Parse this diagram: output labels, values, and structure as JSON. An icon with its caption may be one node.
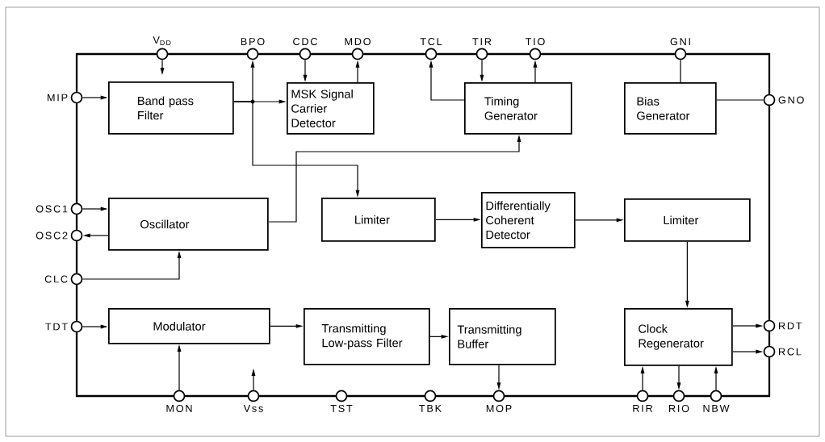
{
  "diagram": {
    "nodes": [
      {
        "text": [],
        "shape": "box"
      },
      {
        "text": [
          "V$_{DD}$"
        ]
      },
      {
        "text": [
          "BPO"
        ]
      },
      {
        "text": [
          "CDC"
        ]
      },
      {
        "text": [
          "MDO"
        ]
      },
      {
        "text": [
          "TCL"
        ]
      },
      {
        "text": [
          "TIR"
        ]
      },
      {
        "text": [
          "TIO"
        ]
      },
      {
        "text": [
          "GNI"
        ]
      },
      {
        "text": [
          "MIP"
        ]
      },
      {
        "text": [
          "GNO"
        ]
      },
      {
        "text": [
          "Band pass Filter"
        ],
        "in": 0
      },
      {
        "text": [
          "MSK Signal Carrier Detector"
        ],
        "in": 0
      },
      {
        "text": [
          "Timing Generator"
        ],
        "in": 0
      },
      {
        "text": [
          "Bias Generator"
        ],
        "in": 0
      },
      {
        "text": [
          "OSC1"
        ]
      },
      {
        "text": [
          "OSC2"
        ]
      },
      {
        "text": [
          "Oscillator"
        ],
        "in": 0
      },
      {
        "text": [
          "Limiter"
        ],
        "in": 0
      },
      {
        "text": [
          "Differentially Coherent Detector"
        ],
        "in": 0
      },
      {
        "text": [
          "Limiter"
        ],
        "in": 0
      },
      {
        "text": [
          "CLC"
        ]
      },
      {
        "text": [
          "TDT"
        ]
      },
      {
        "text": [
          "Modulator"
        ],
        "in": 0
      },
      {
        "text": [
          "Transmitting Low-pass Filter"
        ],
        "in": 0
      },
      {
        "text": [
          "Transmitting Buffer"
        ],
        "in": 0
      },
      {
        "text": [
          "Clock Regenerator"
        ],
        "in": 0
      },
      {
        "text": [
          "RDT"
        ]
      },
      {
        "text": [
          "RCL"
        ]
      },
      {
        "text": [
          "MON"
        ]
      },
      {
        "text": [
          "Vss"
        ]
      },
      {
        "text": [
          "TST"
        ]
      },
      {
        "text": [
          "TBK"
        ]
      },
      {
        "text": [
          "MOP"
        ]
      },
      {
        "text": [
          "RIR"
        ]
      },
      {
        "text": [
          "RIO"
        ]
      },
      {
        "text": [
          "NBW"
        ]
      }
    ],
    "edges": [
      {
        "from": 9,
        "to": 11,
        "arrow": "to"
      },
      {
        "from": 1,
        "to": null,
        "arrow": "to"
      },
      {
        "from": 11,
        "to": 12,
        "arrow": "to"
      },
      {
        "from": 11,
        "to": 2,
        "arrow": "to"
      },
      {
        "from": 11,
        "to": 18,
        "arrow": "to"
      },
      {
        "from": 3,
        "to": 12,
        "arrow": "to"
      },
      {
        "from": 12,
        "to": 4,
        "arrow": "to"
      },
      {
        "from": 13,
        "to": 5,
        "arrow": "to"
      },
      {
        "from": 6,
        "to": 13,
        "arrow": "to"
      },
      {
        "from": 13,
        "to": 7,
        "arrow": "to"
      },
      {
        "from": 17,
        "to": 13,
        "arrow": "to"
      },
      {
        "from": 8,
        "to": 14,
        "arrow": "none"
      },
      {
        "from": 14,
        "to": 10,
        "arrow": "none"
      },
      {
        "from": 15,
        "to": 17,
        "arrow": "to"
      },
      {
        "from": 17,
        "to": 16,
        "arrow": "to"
      },
      {
        "from": 21,
        "to": 17,
        "arrow": "to"
      },
      {
        "from": 18,
        "to": 19,
        "arrow": "to"
      },
      {
        "from": 19,
        "to": 20,
        "arrow": "to"
      },
      {
        "from": 20,
        "to": 26,
        "arrow": "to"
      },
      {
        "from": 22,
        "to": 23,
        "arrow": "to"
      },
      {
        "from": 29,
        "to": 23,
        "arrow": "to"
      },
      {
        "from": 23,
        "to": 24,
        "arrow": "to"
      },
      {
        "from": 24,
        "to": 25,
        "arrow": "to"
      },
      {
        "from": 25,
        "to": 33,
        "arrow": "to"
      },
      {
        "from": 30,
        "to": null,
        "arrow": "to"
      },
      {
        "from": 26,
        "to": 27,
        "arrow": "to"
      },
      {
        "from": 26,
        "to": 28,
        "arrow": "to"
      },
      {
        "from": 34,
        "to": 26,
        "arrow": "to"
      },
      {
        "from": 26,
        "to": 35,
        "arrow": "to"
      },
      {
        "from": 36,
        "to": 26,
        "arrow": "to"
      }
    ]
  }
}
